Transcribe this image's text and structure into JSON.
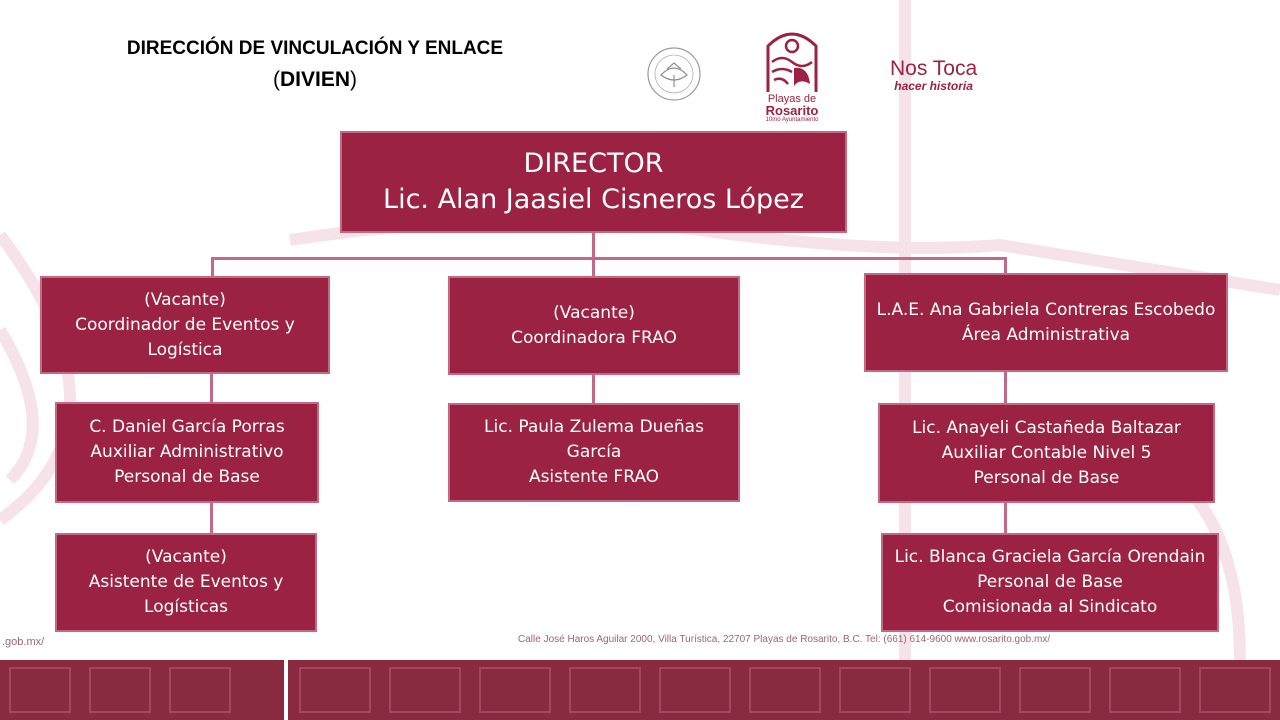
{
  "header": {
    "title_line1": "DIRECCIÓN DE VINCULACIÓN Y ENLACE",
    "title_line2_open": "(",
    "title_line2_main": "DIVIEN",
    "title_line2_close": ")"
  },
  "logos": {
    "playas_line1": "Playas de",
    "playas_line2": "Rosarito",
    "playas_line3": "10mo Ayuntamiento",
    "nostoca_line1": "Nos Toca",
    "nostoca_line2": "hacer historia"
  },
  "org": {
    "director": {
      "line1": "DIRECTOR",
      "line2": "Lic. Alan Jaasiel Cisneros López"
    },
    "left": [
      {
        "line1": "(Vacante)",
        "line2": "Coordinador de Eventos y",
        "line3": "Logística"
      },
      {
        "line1": "C. Daniel García Porras",
        "line2": "Auxiliar Administrativo",
        "line3": "Personal de Base"
      },
      {
        "line1": "(Vacante)",
        "line2": "Asistente de Eventos y",
        "line3": "Logísticas"
      }
    ],
    "center": [
      {
        "line1": "(Vacante)",
        "line2": "Coordinadora FRAO"
      },
      {
        "line1": "Lic. Paula Zulema Dueñas",
        "line2": "García",
        "line3": "Asistente FRAO"
      }
    ],
    "right": [
      {
        "line1": "L.A.E. Ana Gabriela Contreras Escobedo",
        "line2": "Área Administrativa"
      },
      {
        "line1": "Lic. Anayeli Castañeda Baltazar",
        "line2": "Auxiliar Contable Nivel 5",
        "line3": "Personal de Base"
      },
      {
        "line1": "Lic. Blanca Graciela García Orendain",
        "line2": "Personal de Base",
        "line3": "Comisionada al Sindicato"
      }
    ]
  },
  "footer": {
    "left_text": ".gob.mx/",
    "address": "Calle José Haros Aguilar 2000, Villa Turística, 22707 Playas de Rosarito, B.C. Tel: (661) 614-9600  www.rosarito.gob.mx/"
  },
  "colors": {
    "box_fill": "#9b2242",
    "box_border": "#c06a86",
    "band": "#8a2a40"
  }
}
